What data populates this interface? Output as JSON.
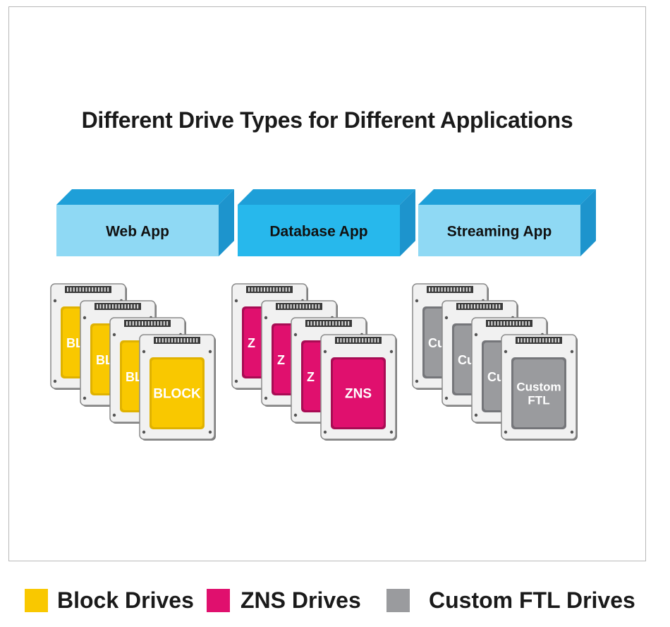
{
  "title": "Different Drive Types for Different Applications",
  "groups": [
    {
      "app_label": "Web App",
      "drive_label": [
        "BLOCK"
      ],
      "partial_labels": [
        "BL",
        "BL",
        "BL"
      ],
      "drive_color": "#f9c800",
      "drive_color_dark": "#e0b200",
      "text_color": "#ffffff"
    },
    {
      "app_label": "Database App",
      "drive_label": [
        "ZNS"
      ],
      "partial_labels": [
        "Z",
        "Z",
        "Z"
      ],
      "drive_color": "#e0106e",
      "drive_color_dark": "#a80c54",
      "text_color": "#ffffff"
    },
    {
      "app_label": "Streaming App",
      "drive_label": [
        "Custom",
        "FTL"
      ],
      "partial_labels": [
        "Cu",
        "Cu",
        "Cu"
      ],
      "drive_color": "#9a9b9e",
      "drive_color_dark": "#75767a",
      "text_color": "#ffffff"
    }
  ],
  "app_block_colors": {
    "light": "#7ed3f2",
    "front_default": "#8fd9f4",
    "front_highlight": "#27b8ec",
    "top": "#1e9fd8",
    "side": "#1d94cd"
  },
  "legend": [
    {
      "label": "Block Drives",
      "color": "#f9c800"
    },
    {
      "label": "ZNS Drives",
      "color": "#e0106e"
    },
    {
      "label": "Custom FTL Drives",
      "color": "#9a9b9e"
    }
  ]
}
